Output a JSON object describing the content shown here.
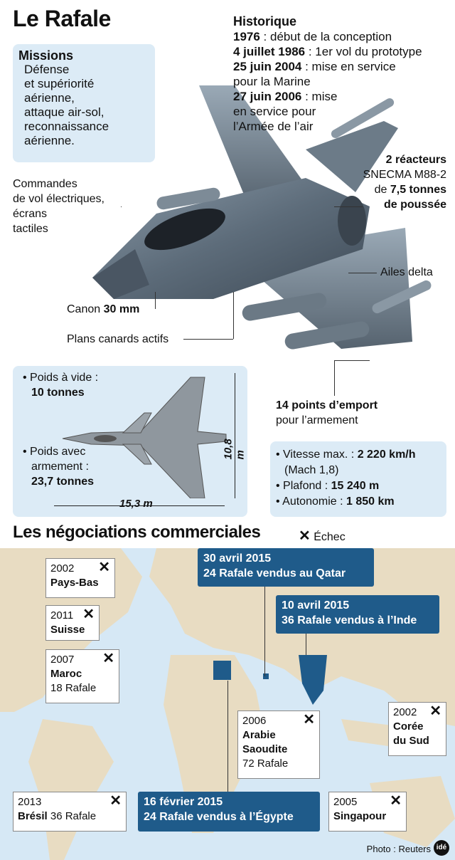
{
  "title": "Le Rafale",
  "missions": {
    "heading": "Missions",
    "lines": [
      "Défense",
      "et supériorité",
      "aérienne,",
      "attaque air-sol,",
      "reconnaissance",
      "aérienne."
    ]
  },
  "historique": {
    "heading": "Historique",
    "events": [
      {
        "date": "1976",
        "text": " : début de la conception"
      },
      {
        "date": "4 juillet 1986",
        "text": " : 1er vol du prototype"
      },
      {
        "date": "25 juin 2004",
        "text": " : mise en service",
        "cont": "pour la Marine"
      },
      {
        "date": "27 juin 2006",
        "text": " : mise",
        "cont": "en service pour",
        "cont2": "l’Armée de l’air"
      }
    ]
  },
  "callouts": {
    "commandes": [
      "Commandes",
      "de vol électriques,",
      "écrans",
      "tactiles"
    ],
    "reacteurs_bold": "2 réacteurs",
    "reacteurs_line2": "SNECMA M88-2",
    "reacteurs_de": "de ",
    "reacteurs_bold2": "7,5 tonnes",
    "reacteurs_bold3": "de poussée",
    "ailes": "Ailes delta",
    "canon_pre": "Canon ",
    "canon_bold": "30 mm",
    "plans": "Plans canards actifs",
    "emport_bold": "14 points d’emport",
    "emport_line2": "pour l’armement"
  },
  "weights": {
    "vide_label": "• Poids à vide :",
    "vide_value": "10 tonnes",
    "arme_label1": "• Poids avec",
    "arme_label2": "armement :",
    "arme_value": "23,7 tonnes",
    "length": "15,3 m",
    "height": "10,8 m"
  },
  "perf": {
    "vitesse_label": "• Vitesse max. : ",
    "vitesse_value": "2 220 km/h",
    "mach": "(Mach 1,8)",
    "plafond_label": "• Plafond : ",
    "plafond_value": "15 240 m",
    "autonomie_label": "• Autonomie : ",
    "autonomie_value": "1 850 km"
  },
  "negotiations": {
    "heading": "Les négociations commerciales",
    "legend": "Échec",
    "failures": [
      {
        "year": "2002",
        "country": "Pays-Bas",
        "detail": ""
      },
      {
        "year": "2011",
        "country": "Suisse",
        "detail": ""
      },
      {
        "year": "2007",
        "country": "Maroc",
        "detail": "18 Rafale"
      },
      {
        "year": "2006",
        "country": "Arabie",
        "country2": "Saoudite",
        "detail": "72 Rafale"
      },
      {
        "year": "2002",
        "country": "Corée",
        "country2": "du Sud",
        "detail": ""
      },
      {
        "year": "2013",
        "country": "Brésil",
        "detail": " 36 Rafale"
      },
      {
        "year": "2005",
        "country": "Singapour",
        "detail": ""
      }
    ],
    "sales": [
      {
        "date": "30 avril 2015",
        "text": "24 Rafale vendus au Qatar"
      },
      {
        "date": "10 avril 2015",
        "text": "36 Rafale vendus à l’Inde"
      },
      {
        "date": "16 février 2015",
        "text": "24 Rafale vendus à l’Égypte"
      }
    ]
  },
  "credit": "Photo : Reuters",
  "logo": "idé",
  "colors": {
    "accent": "#1f5b8a",
    "light_box": "#dcebf6",
    "land": "#e8dcc2",
    "sea": "#d6e8f5",
    "fail_box": "#ffffff"
  }
}
